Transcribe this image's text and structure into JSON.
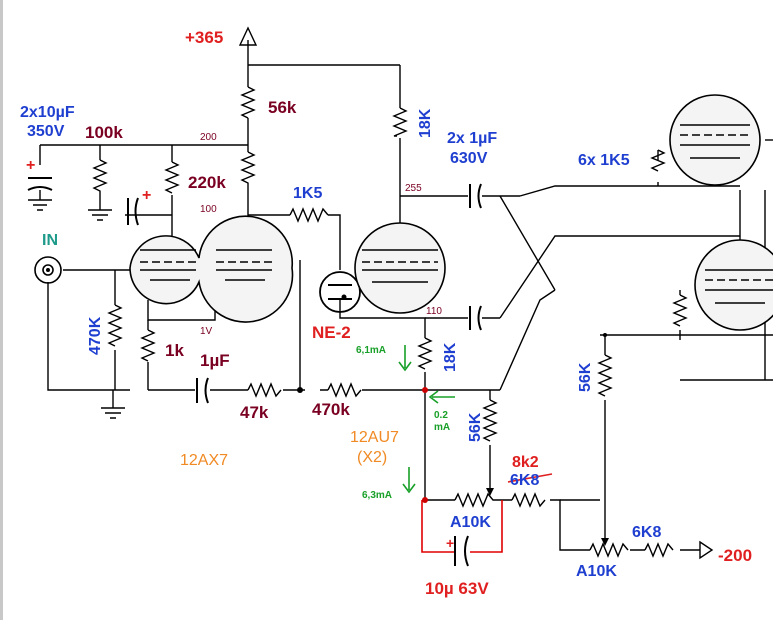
{
  "colors": {
    "maroon": "#7a0022",
    "blue": "#1f3fd0",
    "red": "#e02020",
    "orange": "#f08a24",
    "green": "#18a028",
    "teal": "#1e9a8a",
    "wire": "#000000"
  },
  "supply": {
    "plus": "+365",
    "minus": "-200"
  },
  "input": {
    "label": "IN",
    "grid_resistor": "470K"
  },
  "stage1": {
    "tube": "12AX7",
    "anode_resistor": "100k",
    "decouple_cap": "2x10µF\n350V",
    "node_200": "200",
    "node_100": "100",
    "grid_ref_resistor": "220k",
    "cathode_voltage": "1V",
    "cathode_resistor": "1k",
    "feedback_cap": "1µF",
    "feedback_resistor_a": "47k",
    "feedback_resistor_b": "470k"
  },
  "stage2": {
    "tube": "12AU7\n(X2)",
    "anode_resistor": "56k",
    "grid_resistor": "1K5",
    "neon": "NE-2",
    "anode_load": "18K",
    "node_255": "255",
    "node_110": "110",
    "cathode_resistor": "18K",
    "current_top": "6,1mA",
    "current_bias": "0.2\nmA",
    "bias_resistor": "56K",
    "current_bottom": "6,3mA",
    "trim_pot": "A10K",
    "bypass_cap": "10µ 63V",
    "tail_resistor_new": "8k2",
    "tail_resistor_old": "6K8"
  },
  "output": {
    "coupling_caps": "2x 1µF\n630V",
    "grid_stoppers": "6x 1K5",
    "bias_resistor": "56K",
    "bias_pot": "A10K",
    "bias_resistor_2": "6K8"
  }
}
